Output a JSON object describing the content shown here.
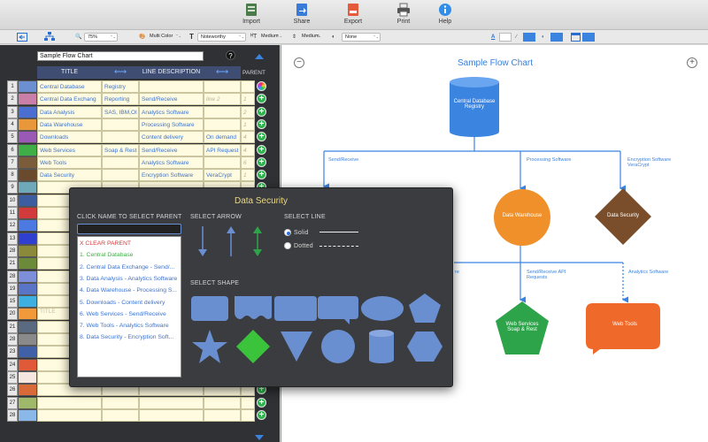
{
  "toolbar": {
    "buttons": [
      {
        "label": "Import"
      },
      {
        "label": "Share"
      },
      {
        "label": "Export"
      },
      {
        "label": "Print"
      },
      {
        "label": "Help"
      }
    ]
  },
  "format_bar": {
    "zoom": "75%",
    "color_mode": "Multi Color",
    "font": "Noteworthy",
    "text_size": "Medium",
    "line_size": "Medium",
    "fill": "None"
  },
  "sheet": {
    "chart_title": "Sample Flow Chart",
    "help_label": "?",
    "columns": {
      "title": "TITLE",
      "line_description": "LINE DESCRIPTION",
      "parent": "PARENT"
    },
    "rows": [
      {
        "num": "1",
        "color": "#6b8fd0",
        "title": "Central Database",
        "desc": "Registry",
        "line": "",
        "extra": "",
        "parent": ""
      },
      {
        "num": "2",
        "color": "#c97fa8",
        "title": "Central Data Exchang",
        "desc": "Reporting",
        "line": "Send/Receive",
        "extra": "",
        "parent": "1"
      },
      {
        "num": "3",
        "color": "#4a6fd0",
        "title": "Data Analysis",
        "desc": "SAS, IBM,OI",
        "line": "Analytics Software",
        "extra": "",
        "parent": "2"
      },
      {
        "num": "4",
        "color": "#e8973a",
        "title": "Data Warehouse",
        "desc": "",
        "line": "Processing Software",
        "extra": "",
        "parent": "1"
      },
      {
        "num": "5",
        "color": "#9b59b6",
        "title": "Downloads",
        "desc": "",
        "line": "Content delivery",
        "extra": "On demand",
        "parent": "4"
      },
      {
        "num": "6",
        "color": "#3fae46",
        "title": "Web Services",
        "desc": "Soap & Rest",
        "line": "Send/Receive",
        "extra": "API Request",
        "parent": "4"
      },
      {
        "num": "7",
        "color": "#7a5b3a",
        "title": "Web Tools",
        "desc": "",
        "line": "Analytics Software",
        "extra": "",
        "parent": "6"
      },
      {
        "num": "8",
        "color": "#6a4a2c",
        "title": "Data Security",
        "desc": "",
        "line": "Encryption Software",
        "extra": "VeraCrypt",
        "parent": "1"
      }
    ],
    "line2_grey": "line 2",
    "empty_rows": [
      {
        "num": "9",
        "color": "#6fa8b8"
      },
      {
        "num": "10",
        "color": "#3c5ea0"
      },
      {
        "num": "11",
        "color": "#d23b3b"
      },
      {
        "num": "12",
        "color": "#4d7ae0"
      },
      {
        "num": "13",
        "color": "#2f3fd0"
      },
      {
        "num": "28",
        "color": "#8a8a3a"
      },
      {
        "num": "21",
        "color": "#6b8a3a"
      },
      {
        "num": "28",
        "color": "#7c8fd8"
      },
      {
        "num": "19",
        "color": "#5a74c8"
      },
      {
        "num": "15",
        "color": "#3faee0"
      },
      {
        "num": "20",
        "color": "#f29a3a"
      },
      {
        "num": "21",
        "color": "#5a6a80"
      },
      {
        "num": "28",
        "color": "#8a8a8a"
      },
      {
        "num": "23",
        "color": "#4060a8"
      },
      {
        "num": "24",
        "color": "#e05a3a"
      },
      {
        "num": "25",
        "color": "#f6e6e0"
      },
      {
        "num": "26",
        "color": "#d86a3a"
      },
      {
        "num": "27",
        "color": "#9fb86a"
      },
      {
        "num": "28",
        "color": "#8ab8e8"
      }
    ],
    "title_ghost": "TITLE"
  },
  "popup": {
    "title": "Data Security",
    "click_name_label": "CLICK NAME TO SELECT PARENT",
    "select_arrow_label": "SELECT ARROW",
    "select_line_label": "SELECT LINE",
    "select_shape_label": "SELECT SHAPE",
    "solid_label": "Solid",
    "dotted_label": "Dotted",
    "parents": [
      {
        "label": "X CLEAR PARENT",
        "color": "#d23b3b"
      },
      {
        "label": "1. Central Database",
        "color": "#3fae46"
      },
      {
        "label": "2. Central Data Exchange - Send/...",
        "color": "#3b73d0"
      },
      {
        "label": "3. Data Analysis - Analytics Software",
        "color": "#3b73d0"
      },
      {
        "label": "4. Data Warehouse - Processing S...",
        "color": "#3b73d0"
      },
      {
        "label": "5. Downloads - Content delivery",
        "color": "#3b73d0"
      },
      {
        "label": "6. Web Services - Send/Receive",
        "color": "#3b73d0"
      },
      {
        "label": "7. Web Tools - Analytics Software",
        "color": "#3b73d0"
      },
      {
        "label": "8. Data Security - Encryption Soft...",
        "color": "#3b73d0"
      }
    ]
  },
  "flowchart": {
    "title": "Sample Flow Chart",
    "nodes": {
      "db": "Central Database Registry",
      "warehouse": "Data Warehouse",
      "security": "Data Security",
      "webservices": "Web Services Soap & Rest",
      "webtools": "Web Tools"
    },
    "labels": {
      "send_receive": "Send/Receive",
      "processing": "Processing Software",
      "encryption": "Encryption Software VeraCrypt",
      "send_receive_api": "Send/Receive API Requests",
      "analytics": "Analytics Software",
      "partial": "re"
    },
    "colors": {
      "blue": "#3b84e0",
      "orange": "#f0902a",
      "brown": "#7a4e2a",
      "green": "#2ea44a",
      "red_orange": "#ef6a2a"
    }
  }
}
